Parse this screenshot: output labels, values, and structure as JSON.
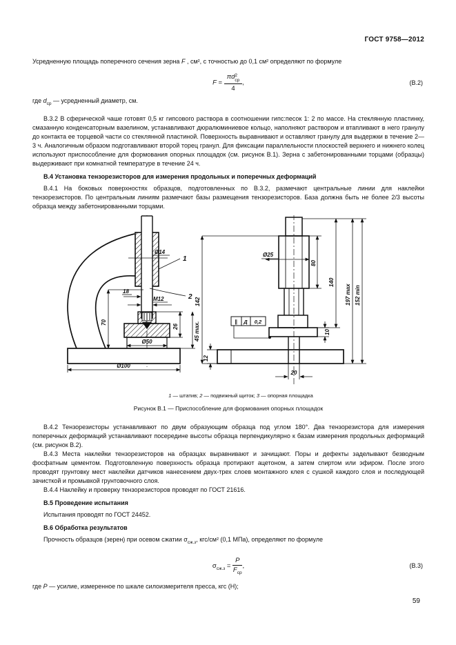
{
  "page": {
    "header": "ГОСТ 9758—2012",
    "page_number": "59"
  },
  "intro": {
    "part1": "Усредненную площадь поперечного сечения зерна ",
    "f": "F",
    "part2": " , см², с точностью до 0,1 см² определяют по формуле"
  },
  "formula_b2": {
    "lhs": "F",
    "eq": "=",
    "num_pi": "πd",
    "sup": "2",
    "sub": "ср",
    "den": "4",
    "comma": ",",
    "tag": "(В.2)"
  },
  "where_b2": {
    "part1": "где ",
    "sym": "d",
    "sym_sub": "ср",
    "part2": " — усредненный диаметр, см."
  },
  "para_b32": "В.3.2 В сферической чаше готовят 0,5 кг гипсового раствора в соотношении гипс:песок 1: 2 по массе. На стеклянную пластинку, смазанную конденсаторным вазелином, устанавливают дюралюминиевое кольцо, наполняют раствором и втапливают в него гранулу до контакта ее торцевой части со стеклянной пластиной. Поверхность выравнивают и оставляют гранулу для выдержки в течение 2—3 ч. Аналогичным образом подготавливают второй торец гранул. Для фиксации параллельности плоскостей верхнего и нижнего колец используют приспособление для формования опорных площадок (см. рисунок В.1). Зерна с забетонированными торцами (образцы) выдерживают при комнатной температуре в течение 24 ч.",
  "h_b4": "В.4 Установка тензорезисторов для измерения продольных и поперечных деформаций",
  "para_b41": "В.4.1 На боковых поверхностях образцов, подготовленных по В.3.2, размечают центральные линии для наклейки тензорезисторов. По центральным линиям размечают базы размещения тензорезисторов. База должна быть не более 2/3 высоты образца между забетонированными торцами.",
  "figure": {
    "left": {
      "dia14": "Ø14",
      "d18": "18",
      "m12": "М12",
      "d70": "70",
      "d26": "26",
      "d45": "45 max.",
      "dia50": "Ø50",
      "dia100": "Ø100",
      "c1": "1",
      "c2": "2"
    },
    "right": {
      "dia25": "Ø25",
      "d80": "80",
      "d140": "140",
      "d142": "142",
      "d197": "197 max",
      "d152": "152 min",
      "d10": "10",
      "d12": "12",
      "d20": "20"
    },
    "tolerance": {
      "sym": "∥",
      "datum": "Д",
      "value": "0,2"
    },
    "legend": {
      "n1": "1",
      "t1": " — штатив; ",
      "n2": "2",
      "t2": " — подвижный щиток; ",
      "n3": "3",
      "t3": " — опорная площадка"
    },
    "caption": "Рисунок В.1 — Приспособление для формования опорных площадок"
  },
  "para_b42": "В.4.2 Тензорезисторы устанавливают по двум образующим образца под углом 180°. Два тензорезистора для измерения поперечных деформаций устанавливают посередине высоты образца перпендикулярно к базам измерения продольных деформаций (см. рисунок В.2).",
  "para_b43": "В.4.3 Места наклейки тензорезисторов на образцах выравнивают и зачищают. Поры и дефекты заделывают безводным фосфатным цементом. Подготовленную поверхность образца протирают ацетоном, а затем спиртом или эфиром. После этого проводят грунтовку мест наклейки датчиков нанесением двух-трех слоев монтажного клея с сушкой каждого слоя и последующей зачисткой и промывкой грунтовочного слоя.",
  "para_b44": "В.4.4 Наклейку и проверку тензорезисторов проводят по ГОСТ 21616.",
  "h_b5": "В.5 Проведение испытания",
  "para_b5": "Испытания проводят по ГОСТ 24452.",
  "h_b6": "В.6 Обработка результатов",
  "para_b6": {
    "part1": "Прочность образцов (зерен) при осевом сжатии σ",
    "sub": "сж.з",
    "part2": ", кгс/см² (0,1 МПа), определяют по формуле"
  },
  "formula_b3": {
    "lhs_sym": "σ",
    "lhs_sub": "сж.з",
    "eq": "=",
    "num": "P",
    "den": "F",
    "den_sub": "ср",
    "comma": ",",
    "tag": "(В.3)"
  },
  "where_b3": {
    "part1": "где ",
    "sym": "P",
    "part2": " — усилие, измеренное по шкале силоизмерителя пресса, кгс (Н);"
  }
}
